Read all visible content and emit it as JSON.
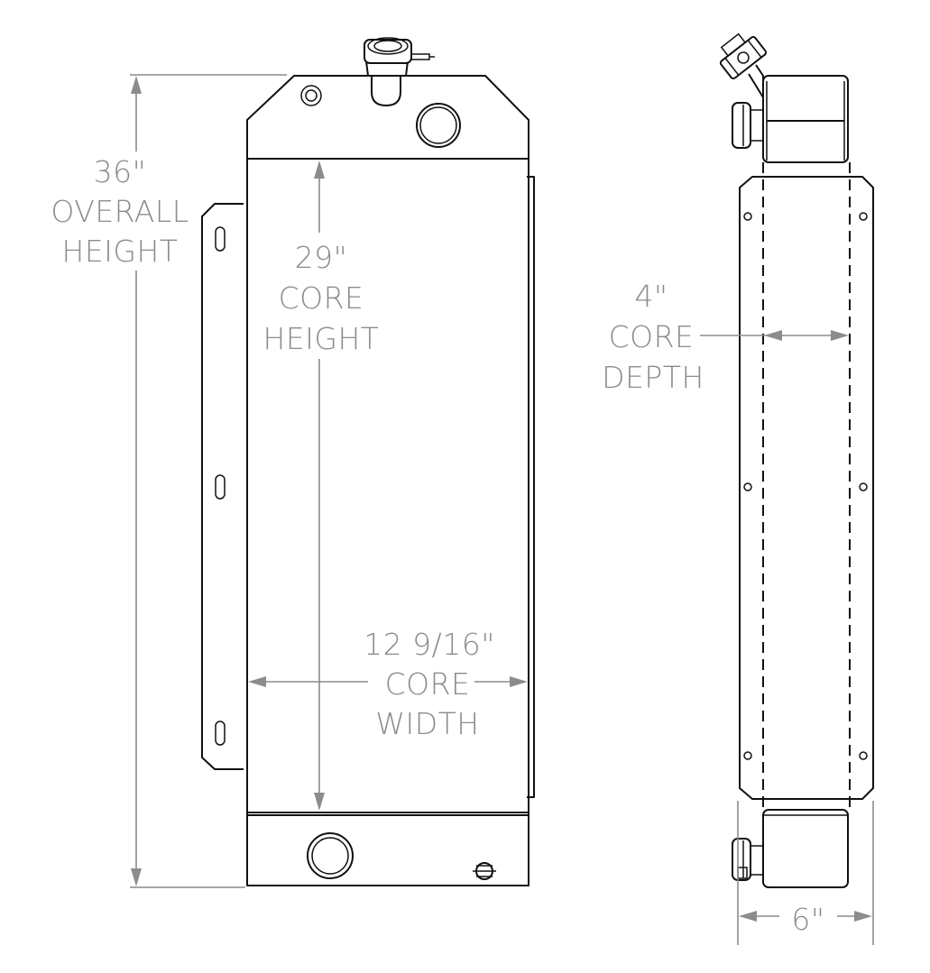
{
  "labels": {
    "overall_height": {
      "value": "36\"",
      "caption_1": "OVERALL",
      "caption_2": "HEIGHT"
    },
    "core_height": {
      "value": "29\"",
      "caption_1": "CORE",
      "caption_2": "HEIGHT"
    },
    "core_width": {
      "value": "12 9/16\"",
      "caption_1": "CORE",
      "caption_2": "WIDTH"
    },
    "core_depth": {
      "value": "4\"",
      "caption_1": "CORE",
      "caption_2": "DEPTH"
    },
    "overall_depth": {
      "value": "6\""
    }
  },
  "colors": {
    "dimension": "#8c8c8c",
    "outline": "#111111",
    "background": "#ffffff"
  }
}
